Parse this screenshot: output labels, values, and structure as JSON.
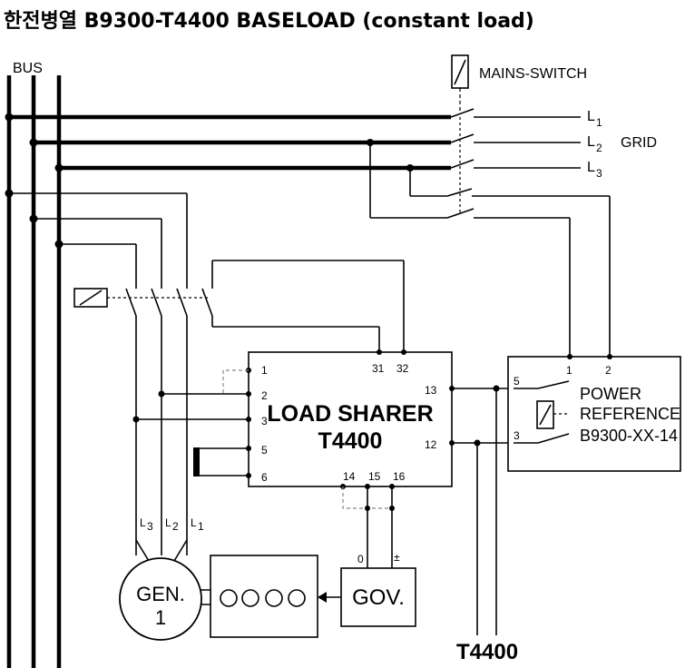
{
  "title": "한전병열 B9300-T4400   BASELOAD (constant load)",
  "labels": {
    "bus": "BUS",
    "mains_switch": "MAINS-SWITCH",
    "grid": "GRID",
    "l1": "L",
    "l1_sub": "1",
    "l2": "L",
    "l2_sub": "2",
    "l3": "L",
    "l3_sub": "3",
    "bottom_t4400": "T4400"
  },
  "load_sharer": {
    "name_line1": "LOAD SHARER",
    "name_line2": "T4400",
    "terminals": [
      "1",
      "2",
      "3",
      "5",
      "6",
      "31",
      "32",
      "13",
      "12",
      "14",
      "15",
      "16"
    ]
  },
  "power_reference": {
    "line1": "POWER",
    "line2": "REFERENCE",
    "line3": "B9300-XX-14",
    "terminals": [
      "1",
      "2",
      "5",
      "3"
    ]
  },
  "generator": {
    "line1": "GEN.",
    "line2": "1",
    "phase_labels": [
      "L",
      "3",
      "L",
      "2",
      "L",
      "1"
    ]
  },
  "governor": {
    "label": "GOV.",
    "terminal_0": "0",
    "terminal_pm": "±"
  }
}
